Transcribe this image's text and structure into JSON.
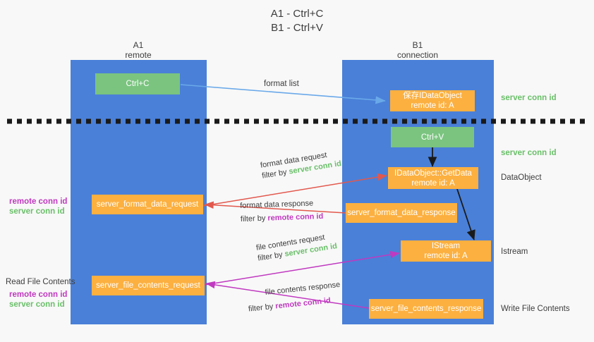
{
  "title": {
    "line1": "A1 - Ctrl+C",
    "line2": "B1 - Ctrl+V"
  },
  "columns": [
    {
      "id": "a1",
      "name": "A1",
      "sub": "remote"
    },
    {
      "id": "b1",
      "name": "B1",
      "sub": "connection"
    }
  ],
  "nodes": {
    "ctrl_c": "Ctrl+C",
    "ctrl_v": "Ctrl+V",
    "save_idataobject_line1": "保存IDataObject",
    "save_idataobject_line2": "remote id: A",
    "getdata_line1": "IDataObject::GetData",
    "getdata_line2": "remote id: A",
    "istream_line1": "IStream",
    "istream_line2": "remote id: A",
    "server_format_data_request": "server_format_data_request",
    "server_format_data_response": "server_format_data_response",
    "server_file_contents_request": "server_file_contents_request",
    "server_file_contents_response": "server_file_contents_response"
  },
  "right_labels": {
    "server_conn_id_top": "server conn id",
    "server_conn_id_mid": "server conn id",
    "dataobject": "DataObject",
    "istream": "Istream",
    "write_file_contents": "Write File Contents"
  },
  "left_labels": {
    "remote_conn_id_1": "remote conn id",
    "server_conn_id_1": "server conn id",
    "read_file_contents": "Read File Contents",
    "remote_conn_id_2": "remote conn id",
    "server_conn_id_2": "server conn id"
  },
  "edges": {
    "format_list": "format list",
    "format_data_request": "format data request",
    "format_data_request_filter_prefix": "filter by ",
    "format_data_request_filter_value": "server conn id",
    "format_data_response": "format data response",
    "format_data_response_filter_prefix": "filter by ",
    "format_data_response_filter_value": "remote conn id",
    "file_contents_request": "file contents request",
    "file_contents_request_filter_prefix": "filter by ",
    "file_contents_request_filter_value": "server conn id",
    "file_contents_response": "file contents response",
    "file_contents_response_filter_prefix": "filter by ",
    "file_contents_response_filter_value": "remote conn id"
  },
  "colors": {
    "column_blue": "#4a80d8",
    "node_green": "#7ac47f",
    "node_orange": "#fcb040",
    "arrow_lightblue": "#6aa9e9",
    "arrow_red": "#e2584d",
    "arrow_magenta": "#c039c0",
    "arrow_black": "#1a1a1a",
    "text_green": "#6abf69",
    "text_purple": "#c039c0",
    "background": "#f8f8f8"
  }
}
